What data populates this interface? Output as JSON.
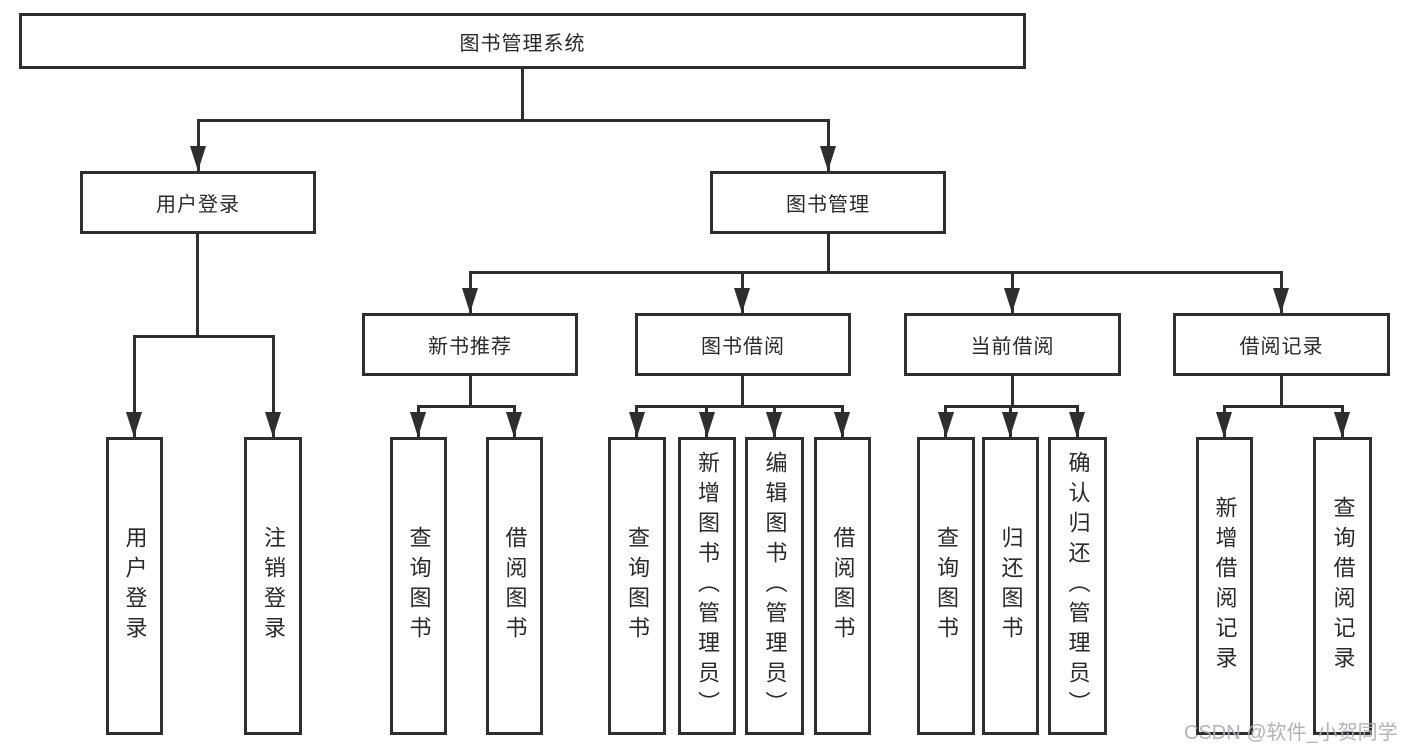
{
  "colors": {
    "line": "#2e2e2e",
    "box_background": "#ffffff",
    "text": "#2a2a2a",
    "watermark": "#aeaeb4"
  },
  "watermark": {
    "text": "CSDN @软件_小贺同学"
  },
  "tree": {
    "root": {
      "label": "图书管理系统"
    },
    "children": [
      {
        "label": "用户登录",
        "children": [
          {
            "label": "用户登录"
          },
          {
            "label": "注销登录"
          }
        ]
      },
      {
        "label": "图书管理",
        "children": [
          {
            "label": "新书推荐",
            "children": [
              {
                "label": "查询图书"
              },
              {
                "label": "借阅图书"
              }
            ]
          },
          {
            "label": "图书借阅",
            "children": [
              {
                "label": "查询图书"
              },
              {
                "label": "新增图书（管理员）"
              },
              {
                "label": "编辑图书（管理员）"
              },
              {
                "label": "借阅图书"
              }
            ]
          },
          {
            "label": "当前借阅",
            "children": [
              {
                "label": "查询图书"
              },
              {
                "label": "归还图书"
              },
              {
                "label": "确认归还（管理员）"
              }
            ]
          },
          {
            "label": "借阅记录",
            "children": [
              {
                "label": "新增借阅记录"
              },
              {
                "label": "查询借阅记录"
              }
            ]
          }
        ]
      }
    ]
  }
}
